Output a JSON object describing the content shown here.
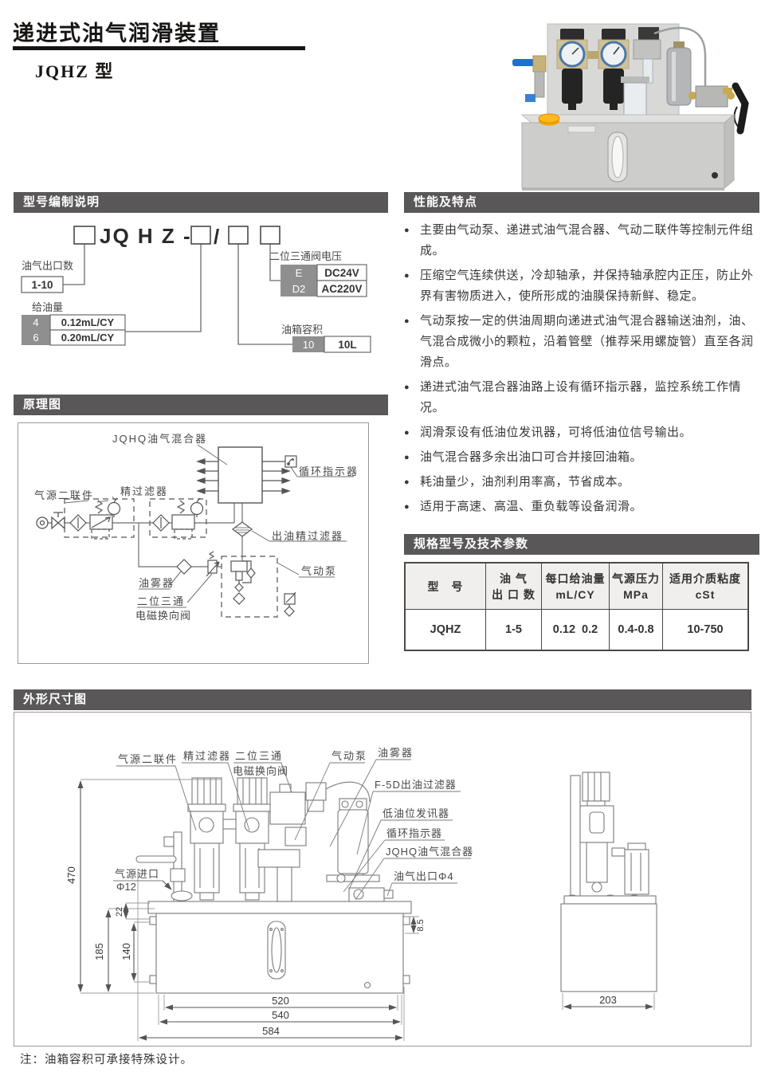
{
  "page": {
    "title": "递进式油气润滑装置",
    "subtitle": "JQHZ 型",
    "footer_note": "注：油箱容积可承接特殊设计。"
  },
  "bars": {
    "model_code": "型号编制说明",
    "features": "性能及特点",
    "schematic": "原理图",
    "specs": "规格型号及技术参数",
    "dimensions": "外形尺寸图"
  },
  "model_code": {
    "code_text": "JQ H Z -",
    "slash": "/",
    "outlets_label": "油气出口数",
    "outlets_value": "1-10",
    "oil_label": "给油量",
    "oil_rows": [
      {
        "code": "4",
        "value": "0.12mL/CY"
      },
      {
        "code": "6",
        "value": "0.20mL/CY"
      }
    ],
    "voltage_label": "二位三通阀电压",
    "voltage_rows": [
      {
        "code": "E",
        "value": "DC24V"
      },
      {
        "code": "D2",
        "value": "AC220V"
      }
    ],
    "tank_label": "油箱容积",
    "tank_rows": [
      {
        "code": "10",
        "value": "10L"
      }
    ]
  },
  "features": {
    "bullet": "●",
    "items": [
      "主要由气动泵、递进式油气混合器、气动二联件等控制元件组成。",
      "压缩空气连续供送，冷却轴承，并保持轴承腔内正压，防止外界有害物质进入，使所形成的油膜保持新鲜、稳定。",
      "气动泵按一定的供油周期向递进式油气混合器输送油剂，油、气混合成微小的颗粒，沿着管壁（推荐采用螺旋管）直至各润滑点。",
      "递进式油气混合器油路上设有循环指示器，监控系统工作情况。",
      "润滑泵设有低油位发讯器，可将低油位信号输出。",
      "油气混合器多余出油口可合并接回油箱。",
      "耗油量少，油剂利用率高，节省成本。",
      "适用于高速、高温、重负载等设备润滑。"
    ]
  },
  "schematic": {
    "mixer_label": "JQHQ油气混合器",
    "frl_label": "气源二联件",
    "filter_label": "精过滤器",
    "indicator_label": "循环指示器",
    "outlet_filter_label": "出油精过滤器",
    "oiler_label": "油雾器",
    "valve_label_1": "二位三通",
    "valve_label_2": "电磁换向阀",
    "pump_label": "气动泵"
  },
  "specs": {
    "headers": [
      {
        "line1": "型　号",
        "line2": ""
      },
      {
        "line1": "油 气",
        "line2": "出 口 数"
      },
      {
        "line1": "每口给油量",
        "line2": "mL/CY"
      },
      {
        "line1": "气源压力",
        "line2": "MPa"
      },
      {
        "line1": "适用介质粘度",
        "line2": "cSt"
      }
    ],
    "row": {
      "model": "JQHZ",
      "outlets": "1-5",
      "oil": "0.12  0.2",
      "pressure": "0.4-0.8",
      "viscosity": "10-750"
    }
  },
  "dimensions": {
    "labels": {
      "frl": "气源二联件",
      "filter": "精过滤器",
      "valve1": "二位三通",
      "valve2": "电磁换向阀",
      "pump": "气动泵",
      "oiler": "油雾器",
      "outlet_filter": "F-5D出油过滤器",
      "low_level": "低油位发讯器",
      "indicator": "循环指示器",
      "mixer": "JQHQ油气混合器",
      "outlet": "油气出口Φ4",
      "inlet1": "气源进口",
      "inlet2": "Φ12"
    },
    "dims": {
      "height": "470",
      "d22": "22",
      "d185": "185",
      "d140": "140",
      "d85": "8.5",
      "d520": "520",
      "d540": "540",
      "d584": "584",
      "d203": "203"
    }
  }
}
